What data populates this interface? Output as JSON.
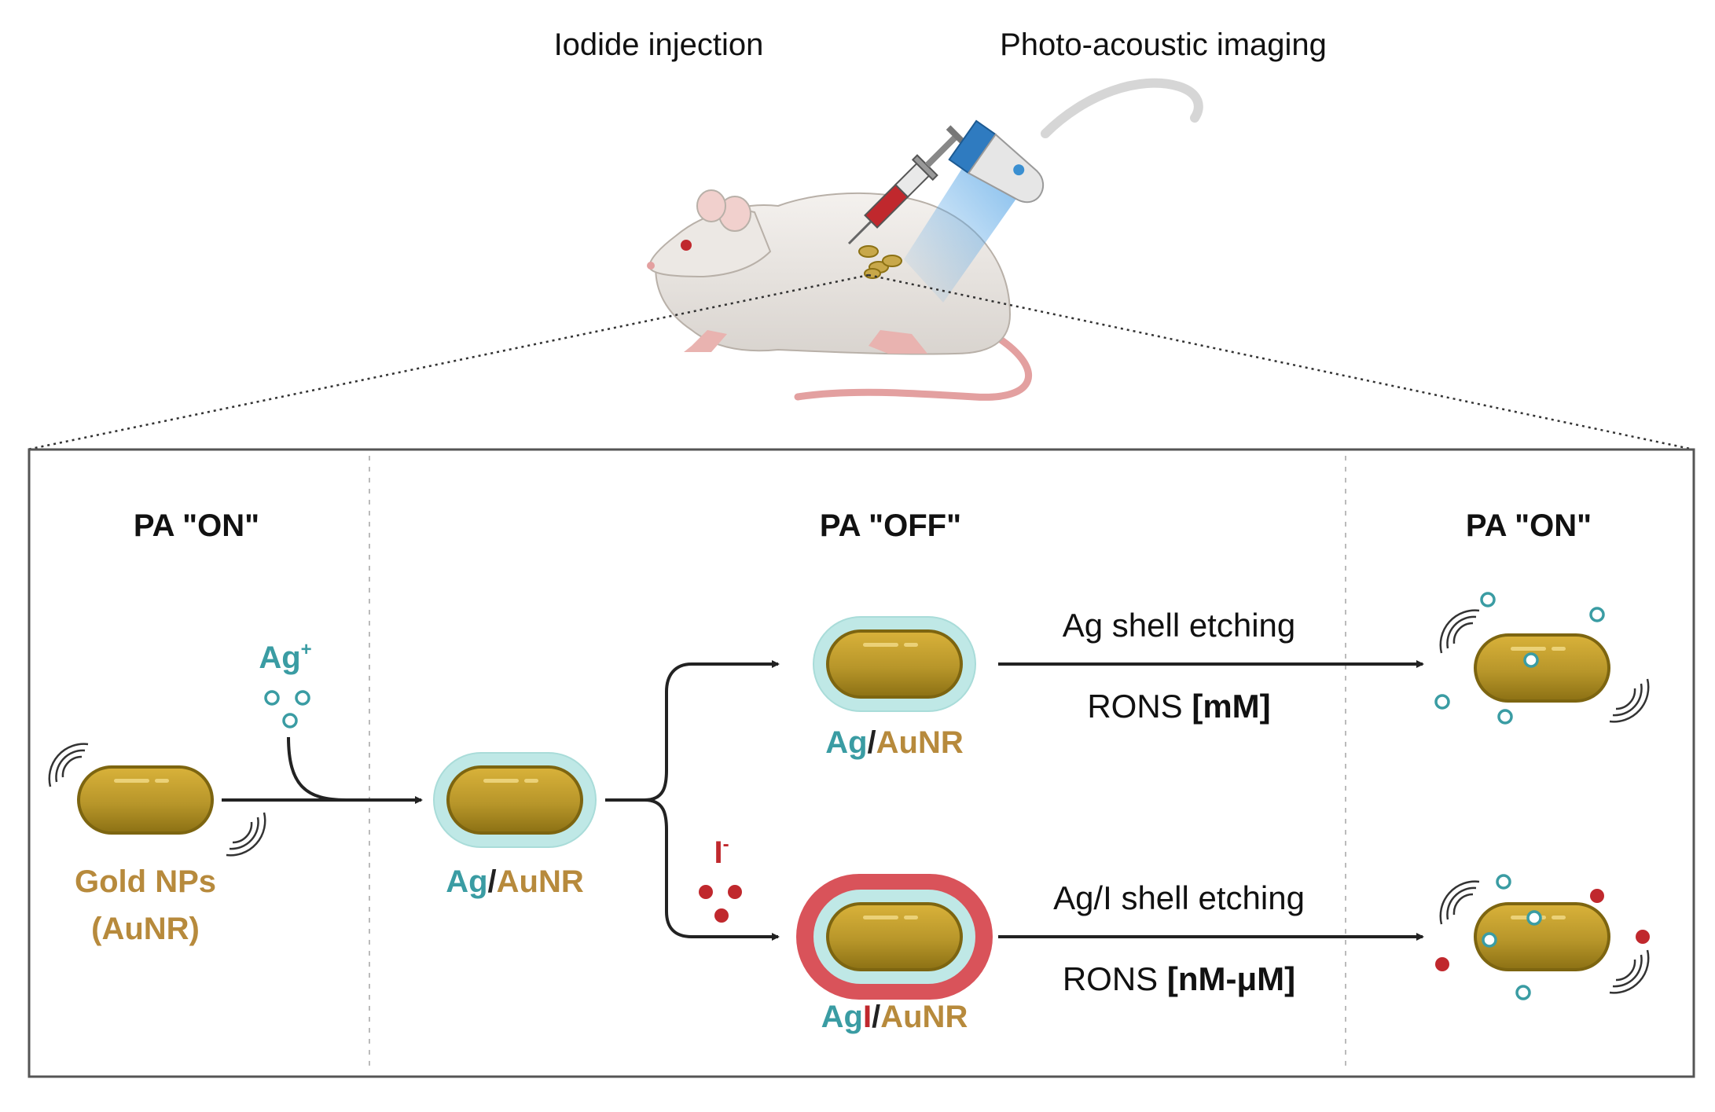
{
  "top": {
    "injection_label": "Iodide injection",
    "imaging_label": "Photo-acoustic imaging"
  },
  "panels": {
    "left_state": "PA \"ON\"",
    "middle_state": "PA \"OFF\"",
    "right_state": "PA \"ON\""
  },
  "particles": {
    "gold_line1": "Gold NPs",
    "gold_line2": "(AuNR)",
    "ag_ion_label": "Ag",
    "ag_ion_charge": "+",
    "ag_aunr_ag": "Ag",
    "ag_aunr_slash": "/",
    "ag_aunr_aunr": "AuNR",
    "top_ag": "Ag",
    "top_slash": "/",
    "top_aunr": "AuNR",
    "iodide_label": "I",
    "iodide_charge": "-",
    "agi_ag": "Ag",
    "agi_i": "I",
    "agi_slash": "/",
    "agi_aunr": "AuNR"
  },
  "reactions": {
    "top_process": "Ag shell etching",
    "top_rons": "RONS ",
    "top_conc": "[mM]",
    "bottom_process": "Ag/I shell etching",
    "bottom_rons": "RONS ",
    "bottom_conc": "[nM-μM]"
  },
  "colors": {
    "gold": "#a3861c",
    "gold_text": "#b78a3c",
    "silver_shell": "#bfe8e6",
    "teal_text": "#3a9ca3",
    "iodide_red": "#c0282d",
    "agi_shell": "#d9535a"
  }
}
